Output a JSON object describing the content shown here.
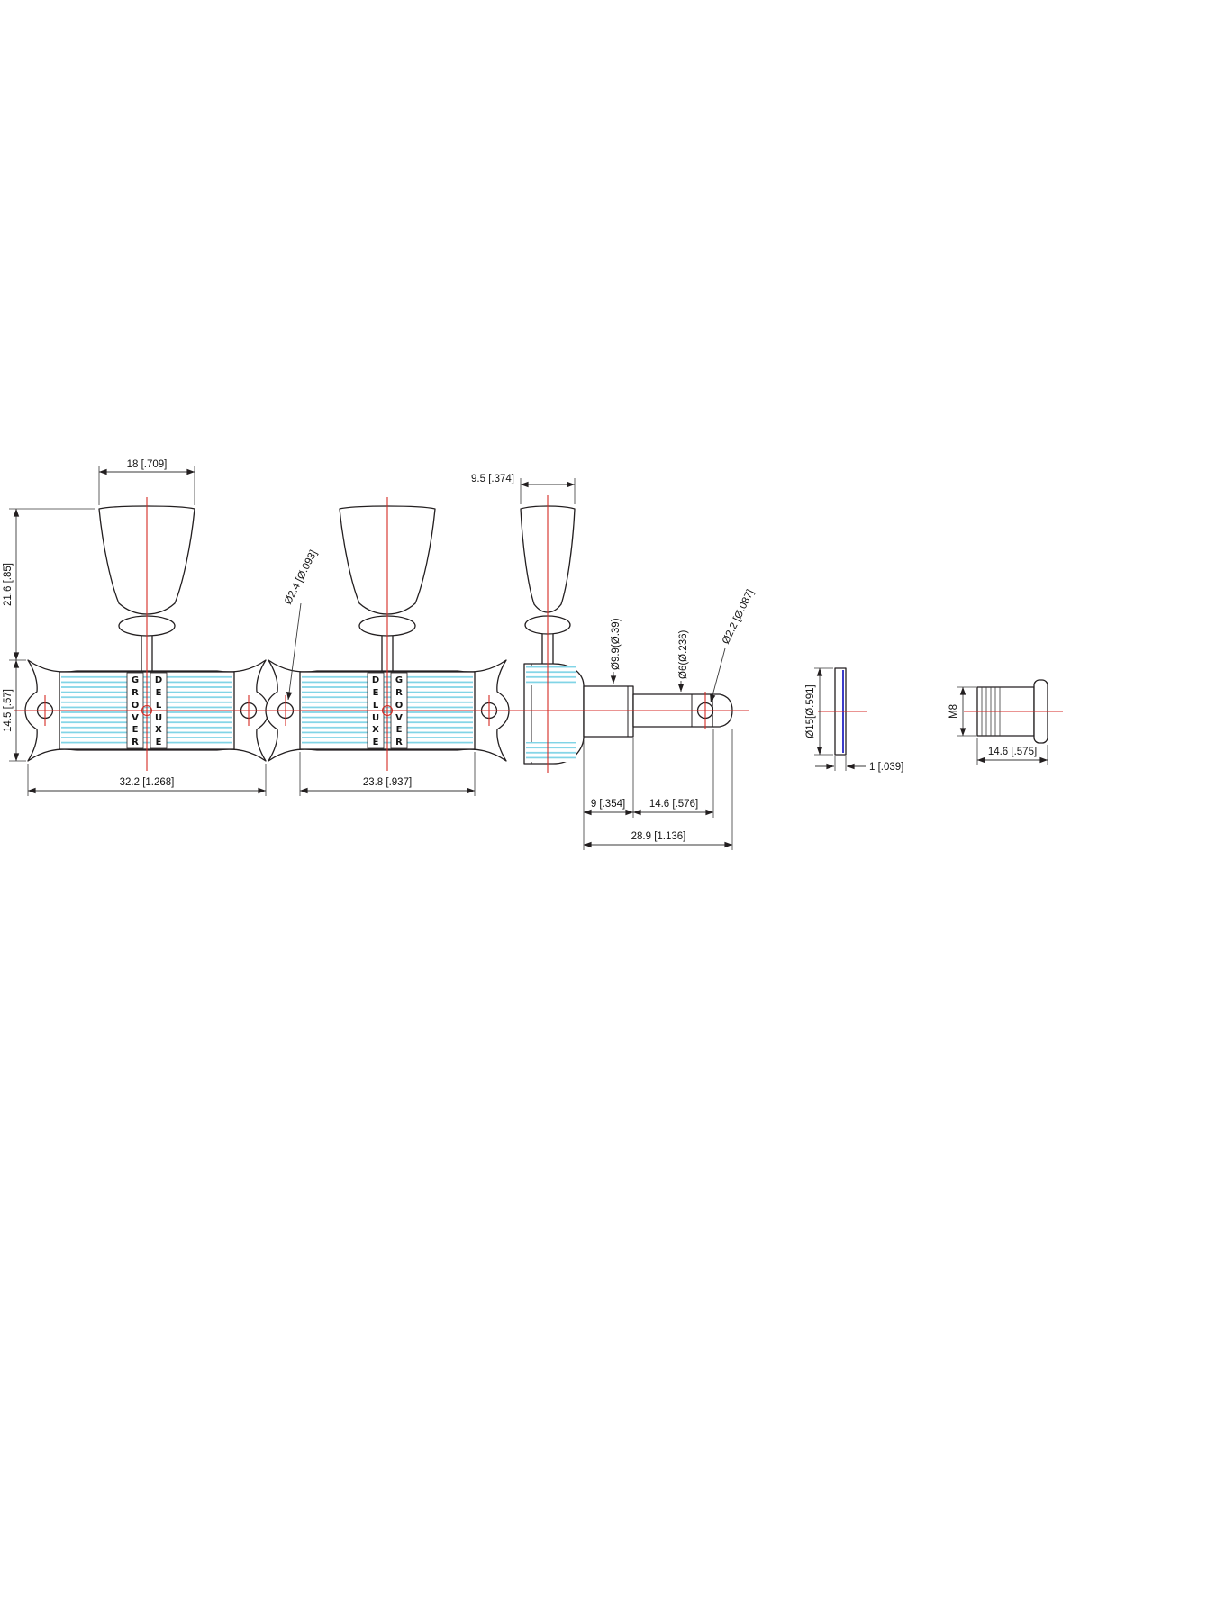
{
  "drawing": {
    "title": "tuning-machine-dimension-drawing",
    "colors": {
      "outline": "#231f20",
      "centerline_red": "#d42a24",
      "plate_cyan": "#7ed3e6",
      "washer_blue": "#3b3bc8",
      "background": "#ffffff"
    },
    "front_left": {
      "plate_left": "GROVER",
      "plate_right": "DELUXE",
      "dim_button_width": "18 [.709]",
      "dim_button_height": "21.6 [.85]",
      "dim_housing_height": "14.5 [.57]",
      "dim_housing_width": "32.2 [1.268]"
    },
    "front_right": {
      "plate_left": "DELUXE",
      "plate_right": "GROVER",
      "dim_plate_width": "23.8 [.937]",
      "callout_screw_hole": "Ø2.4 [Ø.093]"
    },
    "side": {
      "dim_button_depth": "9.5 [.374]",
      "dia_shaft": "Ø9.9(Ø.39)",
      "dia_post": "Ø6(Ø.236)",
      "dia_string_hole": "Ø2.2 [Ø.087]",
      "dim_seat_length": "9 [.354]",
      "dim_post_length": "14.6 [.576]",
      "dim_overall_length": "28.9 [1.136]"
    },
    "washer": {
      "dia_outer": "Ø15[Ø.591]",
      "dim_thickness": "1 [.039]"
    },
    "bushing": {
      "thread_spec": "M8",
      "dim_length": "14.6 [.575]"
    }
  }
}
